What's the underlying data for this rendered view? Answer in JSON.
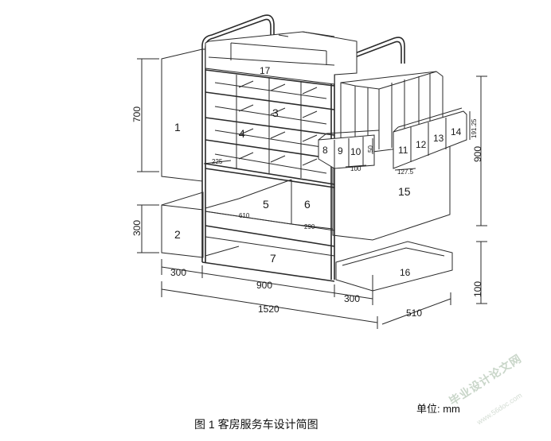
{
  "diagram": {
    "caption": "图 1 客房服务车设计简图",
    "unit_label": "单位: mm",
    "watermark": "毕业设计论文网",
    "watermark_url": "www.56doc.com",
    "parts": [
      "1",
      "2",
      "3",
      "4",
      "5",
      "6",
      "7",
      "8",
      "9",
      "10",
      "11",
      "12",
      "13",
      "14",
      "15",
      "16",
      "17"
    ],
    "dimensions": {
      "left_700": "700",
      "left_300": "300",
      "bottom_300_left": "300",
      "bottom_900": "900",
      "bottom_300_right": "300",
      "total_1520": "1520",
      "depth_510": "510",
      "right_900": "900",
      "right_100": "100",
      "small_225": "225",
      "small_610": "610",
      "small_290": "290",
      "small_100": "100",
      "small_127_5": "127.5",
      "small_50": "50",
      "small_191_25": "191.25"
    }
  }
}
